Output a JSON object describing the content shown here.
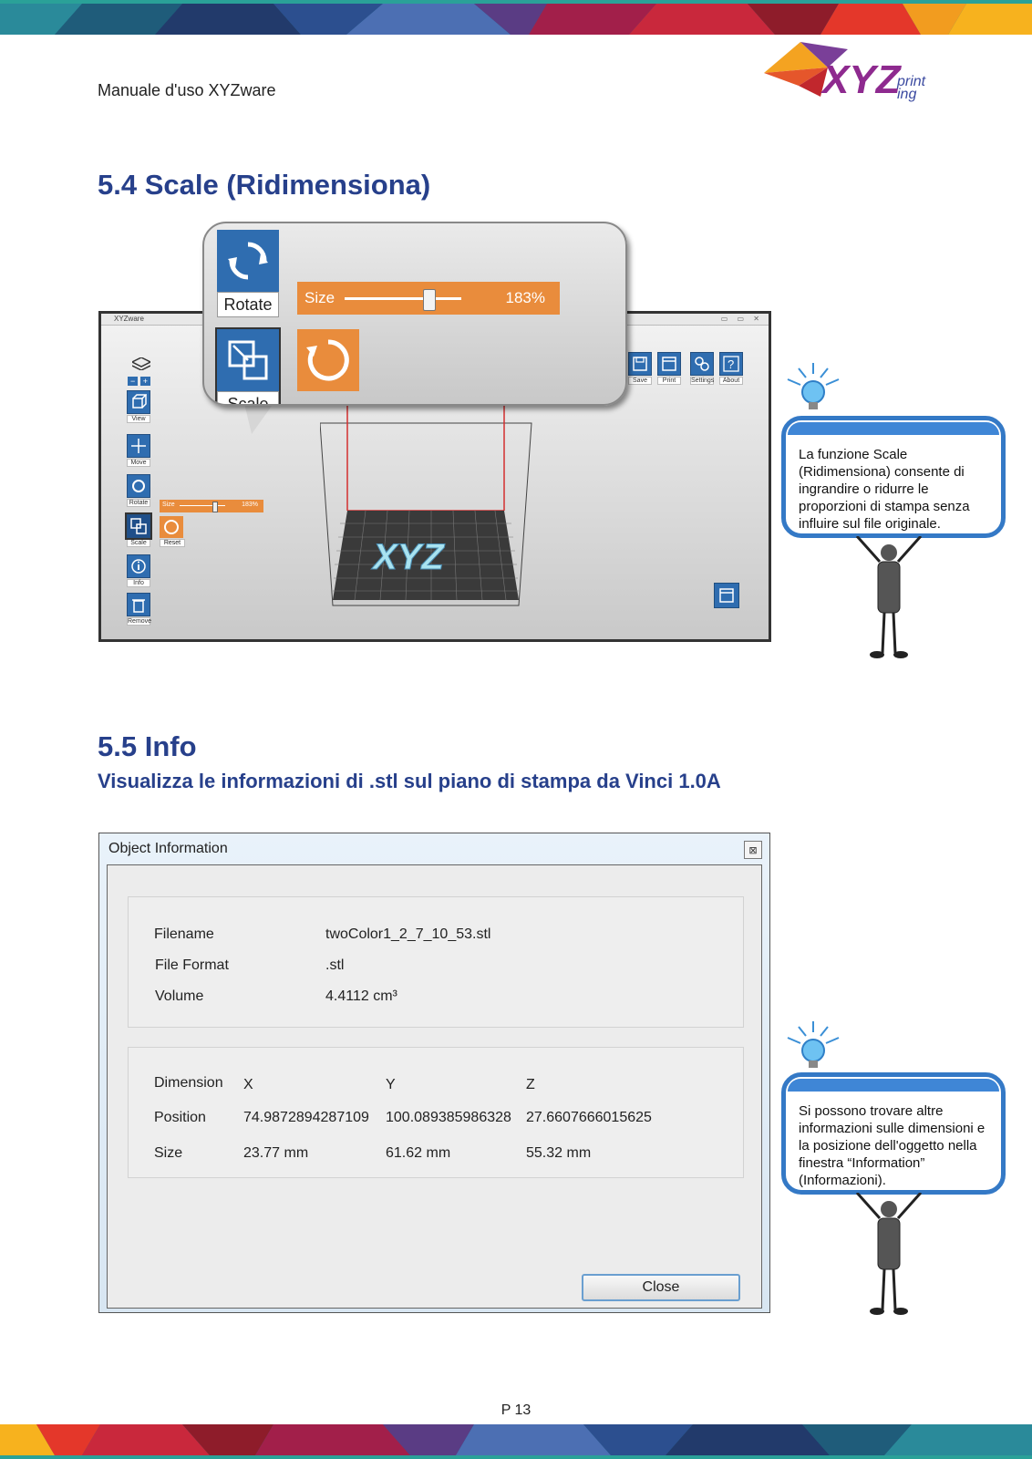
{
  "header": {
    "title": "Manuale d'uso XYZware",
    "logo_text": "XYZ printing"
  },
  "section_scale": {
    "heading": "5.4 Scale (Ridimensiona)",
    "app": {
      "window_title": "XYZware",
      "left_tools": [
        "View",
        "Move",
        "Rotate",
        "Scale",
        "Info",
        "Remove"
      ],
      "top_tools": [
        "Save",
        "Print",
        "Settings",
        "About"
      ],
      "size_label": "Size",
      "size_value": "183%",
      "reset_label": "Reset"
    },
    "zoom": {
      "rotate_label": "Rotate",
      "scale_label": "Scale",
      "size_label": "Size",
      "size_value": "183%",
      "slider_level": 0.72
    },
    "tip": "La funzione Scale (Ridimensiona) consente di ingrandire o ridurre le proporzioni di stampa senza influire sul file originale."
  },
  "section_info": {
    "heading": "5.5 Info",
    "subheading": "Visualizza le informazioni di .stl sul piano di stampa da Vinci 1.0A",
    "dialog": {
      "title": "Object Information",
      "close_glyph": "⊠",
      "file": [
        {
          "label": "Filename",
          "value": "twoColor1_2_7_10_53.stl"
        },
        {
          "label": "File Format",
          "value": ".stl"
        },
        {
          "label": "Volume",
          "value": "4.4112 cm³"
        }
      ],
      "dims": {
        "header": [
          "Dimension",
          "X",
          "Y",
          "Z"
        ],
        "position": [
          "Position",
          "74.9872894287109",
          "100.089385986328",
          "27.6607666015625"
        ],
        "size": [
          "Size",
          "23.77 mm",
          "61.62 mm",
          "55.32 mm"
        ]
      },
      "close_label": "Close"
    },
    "tip": "Si possono trovare altre informazioni sulle dimensioni e la posizione dell'oggetto nella finestra “Information” (Informazioni)."
  },
  "footer": {
    "page": "P 13"
  },
  "colors": {
    "heading": "#27408b",
    "accent_blue": "#2f6db0",
    "accent_orange": "#e98c3c",
    "tip_border": "#3479c6"
  }
}
